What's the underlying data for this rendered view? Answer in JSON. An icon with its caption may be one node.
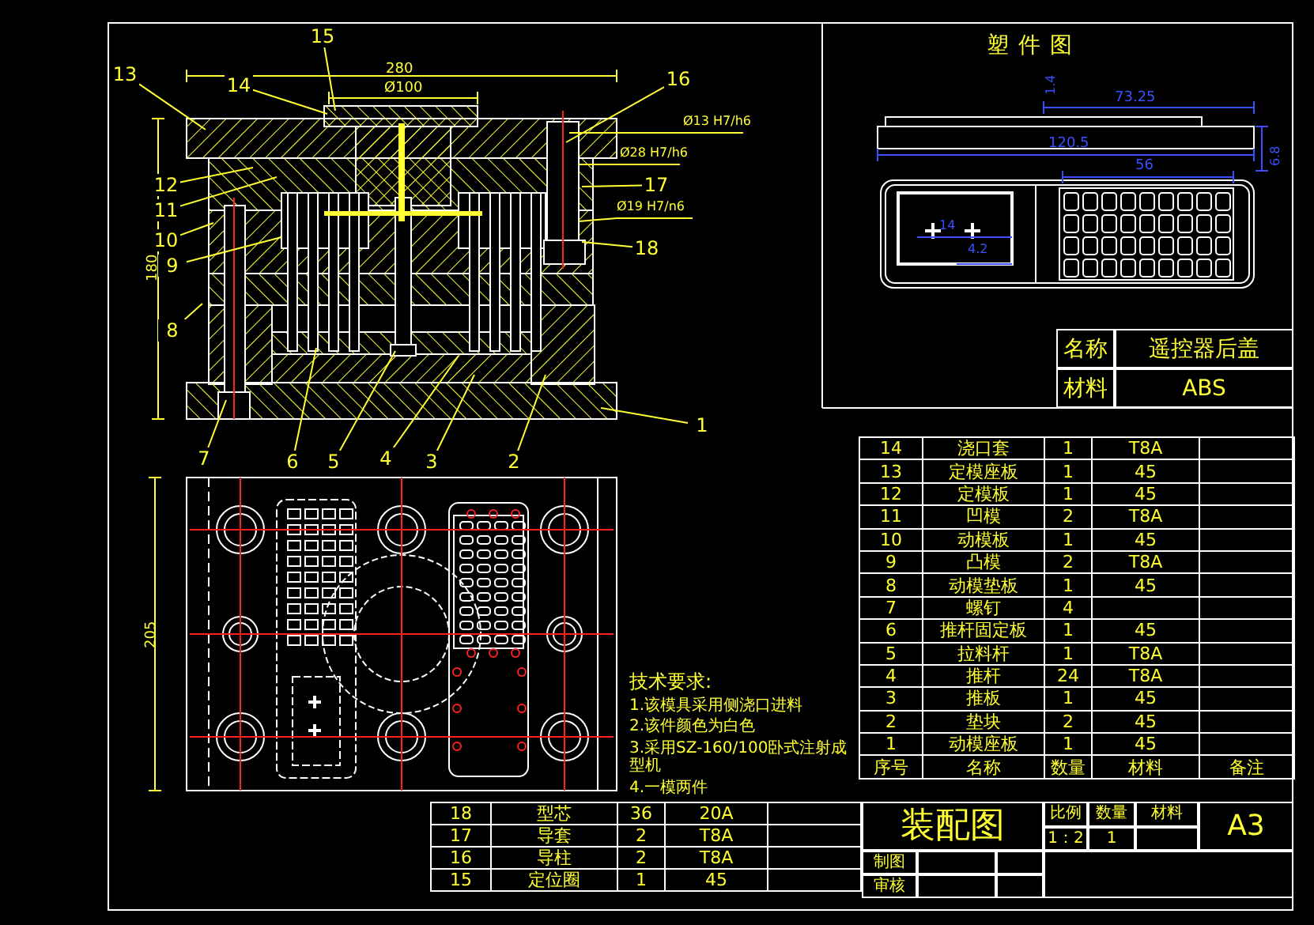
{
  "diagram": {
    "nodes": [
      {
        "text": [
          "15"
        ]
      },
      {
        "text": [
          "13"
        ]
      },
      {
        "text": [
          "14"
        ]
      },
      {
        "text": [
          "16"
        ]
      },
      {
        "text": [
          "12"
        ]
      },
      {
        "text": [
          "11"
        ]
      },
      {
        "text": [
          "17"
        ]
      },
      {
        "text": [
          "10"
        ]
      },
      {
        "text": [
          "9"
        ]
      },
      {
        "text": [
          "18"
        ]
      },
      {
        "text": [
          "8"
        ]
      },
      {
        "text": [
          "1"
        ]
      },
      {
        "text": [
          "7"
        ]
      },
      {
        "text": [
          "6"
        ]
      },
      {
        "text": [
          "5"
        ]
      },
      {
        "text": [
          "4"
        ]
      },
      {
        "text": [
          "3"
        ]
      },
      {
        "text": [
          "2"
        ]
      }
    ],
    "edges": [
      {
        "from": 0,
        "to": null,
        "arrow": "none"
      },
      {
        "from": 1,
        "to": null,
        "arrow": "none"
      },
      {
        "from": 2,
        "to": null,
        "arrow": "none"
      },
      {
        "from": 3,
        "to": null,
        "arrow": "none"
      },
      {
        "from": 4,
        "to": null,
        "arrow": "none"
      },
      {
        "from": 5,
        "to": null,
        "arrow": "none"
      },
      {
        "from": 6,
        "to": null,
        "arrow": "none"
      },
      {
        "from": 7,
        "to": null,
        "arrow": "none"
      },
      {
        "from": 8,
        "to": null,
        "arrow": "none"
      },
      {
        "from": 9,
        "to": null,
        "arrow": "none"
      },
      {
        "from": 10,
        "to": null,
        "arrow": "none"
      },
      {
        "from": 11,
        "to": null,
        "arrow": "none"
      },
      {
        "from": 12,
        "to": null,
        "arrow": "none"
      },
      {
        "from": 13,
        "to": null,
        "arrow": "none"
      },
      {
        "from": 14,
        "to": null,
        "arrow": "none"
      },
      {
        "from": 15,
        "to": null,
        "arrow": "none"
      },
      {
        "from": 16,
        "to": null,
        "arrow": "none"
      },
      {
        "from": 17,
        "to": null,
        "arrow": "none"
      }
    ],
    "labels": [
      "280",
      "Ø100",
      "Ø13 H7/h6",
      "Ø28 H7/h6",
      "Ø19 H7/n6",
      "180",
      "塑件图",
      "1.4",
      "73.25",
      "120.5",
      "56",
      "6.8",
      "14",
      "4.2",
      "名称",
      "遥控器后盖",
      "材料",
      "ABS",
      "205",
      "技术要求:",
      "1.该模具采用侧浇口进料",
      "2.该件颜色为白色",
      "3.采用SZ-160/100卧式注射成型机",
      "4.一模两件",
      "14",
      "浇口套",
      "1",
      "T8A",
      "13",
      "定模座板",
      "1",
      "45",
      "12",
      "定模板",
      "1",
      "45",
      "11",
      "凹模",
      "2",
      "T8A",
      "10",
      "动模板",
      "1",
      "45",
      "9",
      "凸模",
      "2",
      "T8A",
      "8",
      "动模垫板",
      "1",
      "45",
      "7",
      "螺钉",
      "4",
      "6",
      "推杆固定板",
      "1",
      "45",
      "5",
      "拉料杆",
      "1",
      "T8A",
      "4",
      "推杆",
      "24",
      "T8A",
      "3",
      "推板",
      "1",
      "45",
      "2",
      "垫块",
      "2",
      "45",
      "1",
      "动模座板",
      "1",
      "45",
      "序号",
      "名称",
      "数量",
      "材料",
      "备注",
      "18",
      "型芯",
      "36",
      "20A",
      "17",
      "导套",
      "2",
      "T8A",
      "16",
      "导柱",
      "2",
      "T8A",
      "15",
      "定位圈",
      "1",
      "45",
      "装配图",
      "比例",
      "数量",
      "材料",
      "A3",
      "1：2",
      "1",
      "制图",
      "审核"
    ]
  }
}
